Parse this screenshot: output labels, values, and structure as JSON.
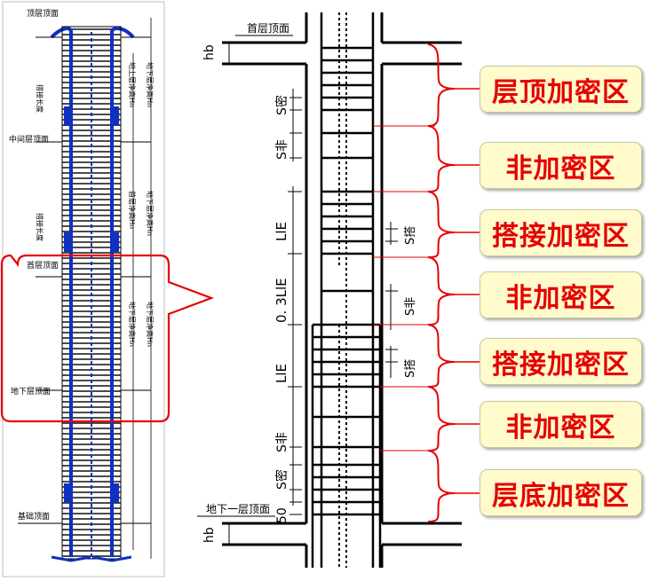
{
  "left_panel": {
    "labels": {
      "roof": "顶层顶面",
      "mid_floor": "中间层顶面",
      "first_floor": "首层顶面",
      "basement": "地下层顶面",
      "foundation": "基础顶面",
      "lap1": "搭接长度",
      "lap2": "搭接长度",
      "dense_a": "地上层净高Hn",
      "dense_b": "地下层净高Hn",
      "dense_c": "首层净高Hn",
      "dense_d": "地下层净高Hn",
      "dense_e": "地下层净高Hn",
      "dense_f": "地下层净高Hn"
    }
  },
  "right_panel": {
    "top_floor_label": "首层顶面",
    "bottom_floor_label": "地下一层顶面",
    "hb": "hb",
    "dims": {
      "s_dense_top": "S密",
      "s_non_top": "S非",
      "lle_1": "LlE",
      "s_lap_1": "S搭",
      "s_non_mid": "S非",
      "lle_03": "0. 3LlE",
      "lle_2": "LlE",
      "s_lap_2": "S搭",
      "s_non_bot": "S非",
      "s_dense_bot": "S密",
      "fifty": "50"
    }
  },
  "zones": [
    {
      "label": "层顶加密区"
    },
    {
      "label": "非加密区"
    },
    {
      "label": "搭接加密区"
    },
    {
      "label": "非加密区"
    },
    {
      "label": "搭接加密区"
    },
    {
      "label": "非加密区"
    },
    {
      "label": "层底加密区"
    }
  ],
  "colors": {
    "bracket": "#e60000",
    "label_bg": "#fffbcc",
    "label_text": "#e60000",
    "rebar": "#1030c0",
    "steel": "#000000",
    "callout": "#e60000"
  }
}
